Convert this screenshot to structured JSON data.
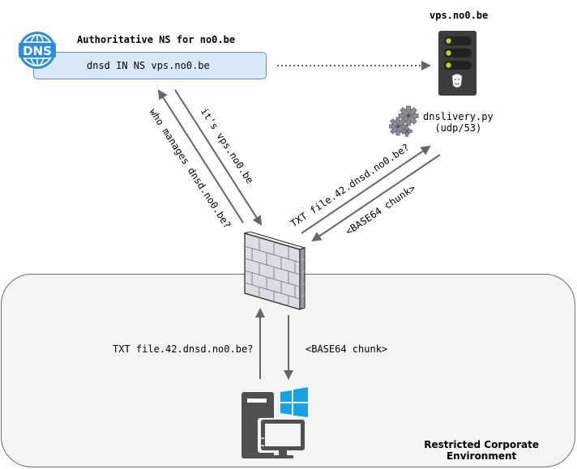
{
  "dns_server": {
    "title": "Authoritative NS for no0.be",
    "record": "dnsd IN NS vps.no0.be",
    "icon_label": "DNS"
  },
  "vps": {
    "title": "vps.no0.be",
    "service_name": "dnslivery.py",
    "service_port": "(udp/53)"
  },
  "flows": {
    "query_ns": "who manages dnsd.no0.be?",
    "answer_ns": "it's vps.no0.be",
    "query_txt_upper": "TXT file.42.dnsd.no0.be?",
    "answer_txt_upper": "<BASE64 chunk>",
    "query_txt_lower": "TXT file.42.dnsd.no0.be?",
    "answer_txt_lower": "<BASE64 chunk>"
  },
  "zone": {
    "label_line1": "Restricted Corporate",
    "label_line2": "Environment"
  },
  "colors": {
    "arrow": "#666666",
    "ns_box_fill": "#dae8fc",
    "ns_box_stroke": "#6c8ebf",
    "dns_icon": "#2c8fd6",
    "server_body": "#3c3c3c",
    "server_led": "#b5d334",
    "windows_logo": "#1ba1e2",
    "zone_fill": "#f4f4f4"
  }
}
